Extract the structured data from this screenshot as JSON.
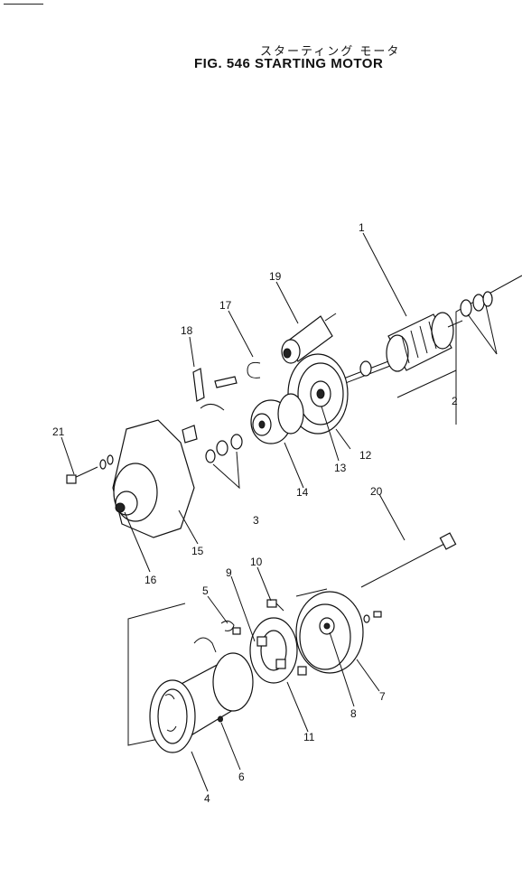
{
  "header": {
    "title_jp": "スターティング モータ",
    "title_en": "FIG. 546  STARTING MOTOR"
  },
  "callouts": [
    {
      "id": "c1",
      "text": "1"
    },
    {
      "id": "c2",
      "text": "2"
    },
    {
      "id": "c3",
      "text": "3"
    },
    {
      "id": "c4",
      "text": "4"
    },
    {
      "id": "c5",
      "text": "5"
    },
    {
      "id": "c6",
      "text": "6"
    },
    {
      "id": "c7",
      "text": "7"
    },
    {
      "id": "c8",
      "text": "8"
    },
    {
      "id": "c9",
      "text": "9"
    },
    {
      "id": "c10",
      "text": "10"
    },
    {
      "id": "c11",
      "text": "11"
    },
    {
      "id": "c12",
      "text": "12"
    },
    {
      "id": "c13",
      "text": "13"
    },
    {
      "id": "c14",
      "text": "14"
    },
    {
      "id": "c15",
      "text": "15"
    },
    {
      "id": "c16",
      "text": "16"
    },
    {
      "id": "c17",
      "text": "17"
    },
    {
      "id": "c18",
      "text": "18"
    },
    {
      "id": "c19",
      "text": "19"
    },
    {
      "id": "c20",
      "text": "20"
    },
    {
      "id": "c21",
      "text": "21"
    }
  ]
}
